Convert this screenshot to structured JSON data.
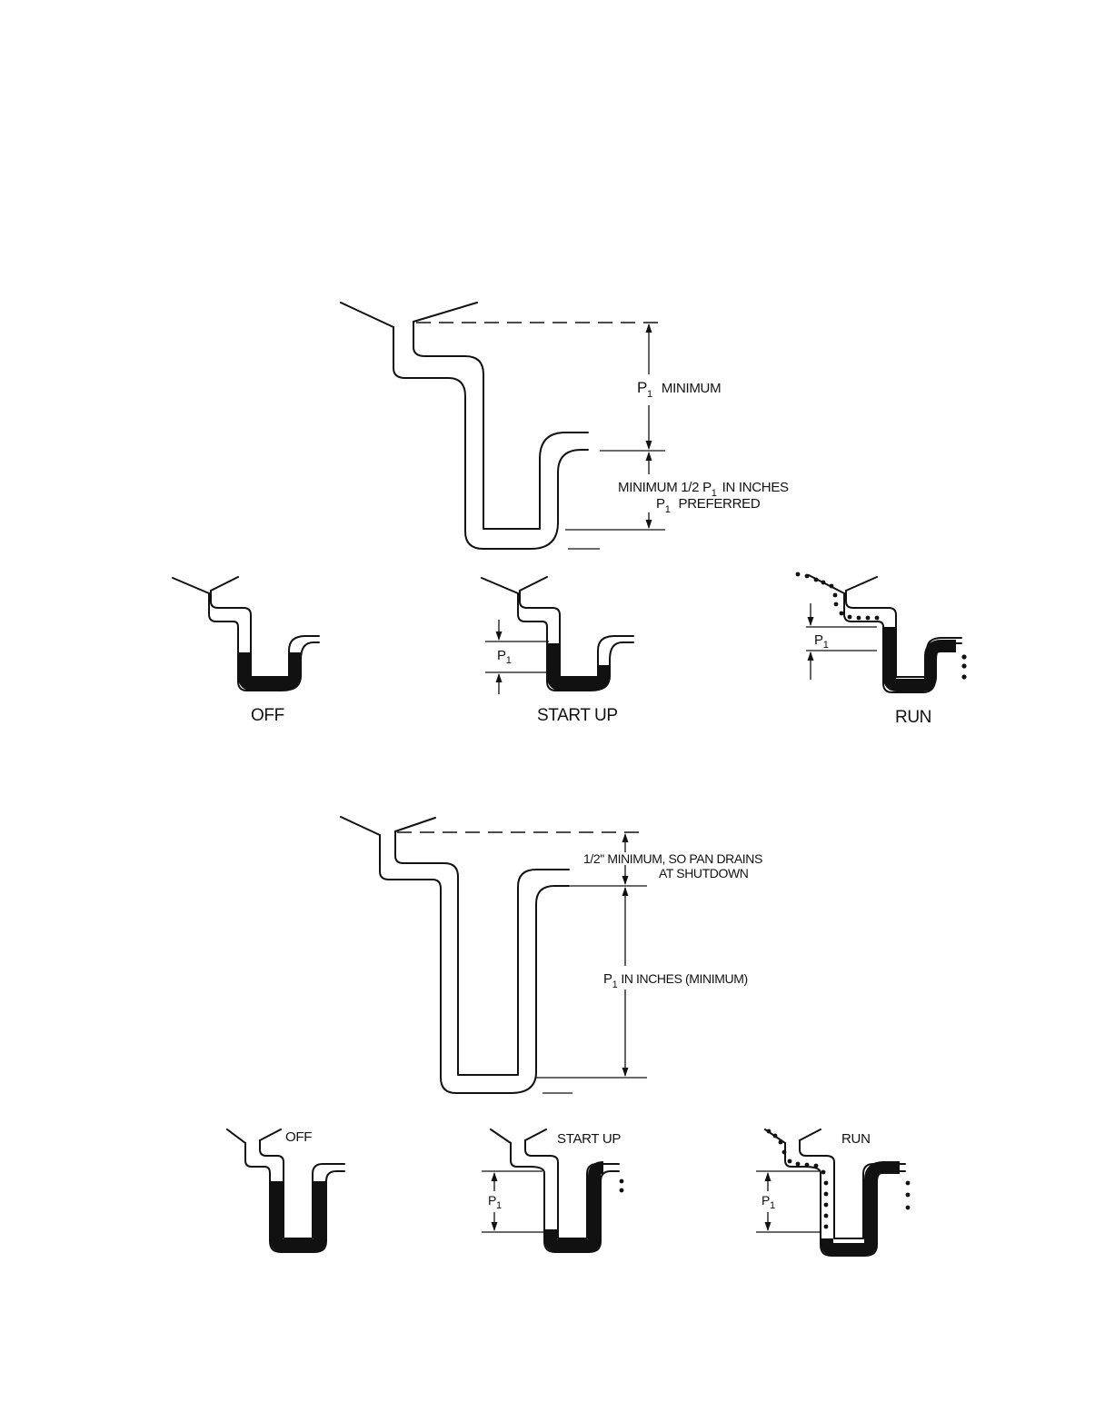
{
  "top": {
    "p1_label": "P",
    "p1_sub": "1",
    "p1_minimum": "MINIMUM",
    "trap_line1_prefix": "MINIMUM 1/2 P",
    "trap_line1_sub": "1",
    "trap_line1_suffix": "IN INCHES",
    "trap_line2_p": "P",
    "trap_line2_sub": "1",
    "trap_line2_suffix": "PREFERRED"
  },
  "top_states": {
    "off": "OFF",
    "startup": "START UP",
    "run": "RUN",
    "p1": "P",
    "p1_sub": "1"
  },
  "bottom": {
    "drain_line1": "1/2\" MINIMUM, SO PAN DRAINS",
    "drain_line2": "AT SHUTDOWN",
    "p1_prefix": "P",
    "p1_sub": "1",
    "p1_suffix": "IN INCHES (MINIMUM)"
  },
  "bottom_states": {
    "off": "OFF",
    "startup": "START UP",
    "run": "RUN",
    "p1": "P",
    "p1_sub": "1"
  }
}
